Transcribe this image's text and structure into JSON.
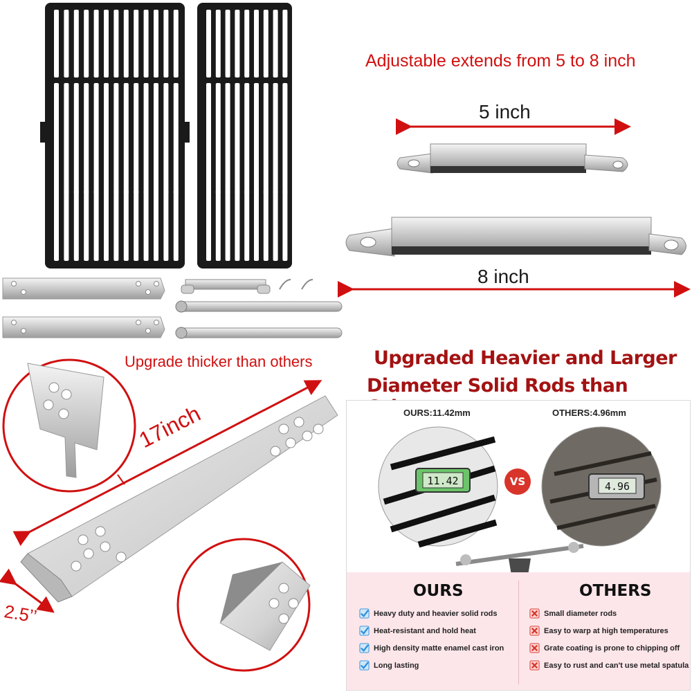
{
  "adjustable_caption": "Adjustable extends from 5 to 8 inch",
  "five_inch_label": "5 inch",
  "eight_inch_label": "8 inch",
  "upgrade_caption": "Upgrade thicker than others",
  "length_label": "17inch",
  "width_label": "2.5’’",
  "headline": {
    "line1": "Upgraded Heavier and Larger",
    "line2": "Diameter Solid Rods than Others"
  },
  "comparison": {
    "ours_caption": "OURS:11.42mm",
    "others_caption": "OTHERS:4.96mm",
    "ours_reading": "11.42",
    "others_reading": "4.96",
    "vs_label": "VS",
    "ours_title": "OURS",
    "others_title": "OTHERS",
    "ours_features": [
      "Heavy duty and heavier solid rods",
      "Heat-resistant and hold heat",
      "High density matte enamel cast iron",
      "Long lasting"
    ],
    "others_features": [
      "Small diameter rods",
      "Easy to warp at high temperatures",
      "Grate coating is prone to chipping off",
      "Easy to rust and can't use metal spatula"
    ]
  },
  "colors": {
    "accent_red": "#d01010",
    "headline_red": "#a31212",
    "check_blue": "#2f8fd8",
    "cross_red": "#d8342a",
    "panel_pink": "#fde6ea"
  },
  "icons": [
    "check-icon",
    "cross-icon"
  ]
}
